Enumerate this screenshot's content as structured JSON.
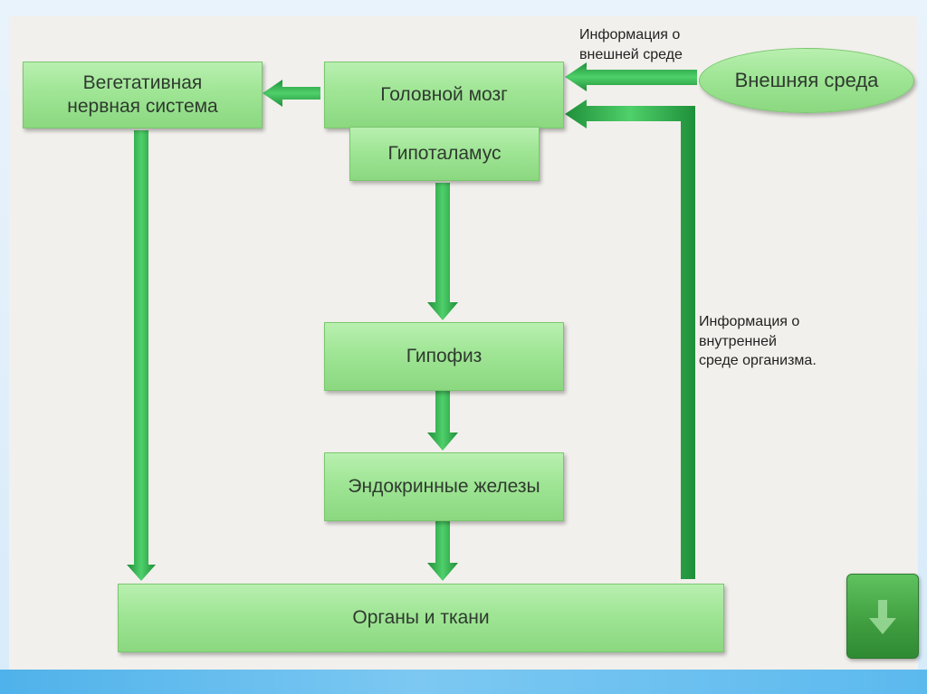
{
  "nodes": {
    "vegetative": "Вегетативная\nнервная система",
    "brain": "Головной мозг",
    "hypothalamus": "Гипоталамус",
    "external_env": "Внешняя среда",
    "pituitary": "Гипофиз",
    "endocrine": "Эндокринные железы",
    "organs": "Органы и ткани"
  },
  "labels": {
    "external_info": "Информация о\nвнешней среде",
    "internal_info": "Информация о\nвнутренней\nсреде организма."
  },
  "colors": {
    "box_fill": "#9fe595",
    "arrow": "#2fb34a",
    "nav_button": "#3f9d3f"
  },
  "nav": {
    "icon": "down-arrow-icon"
  }
}
